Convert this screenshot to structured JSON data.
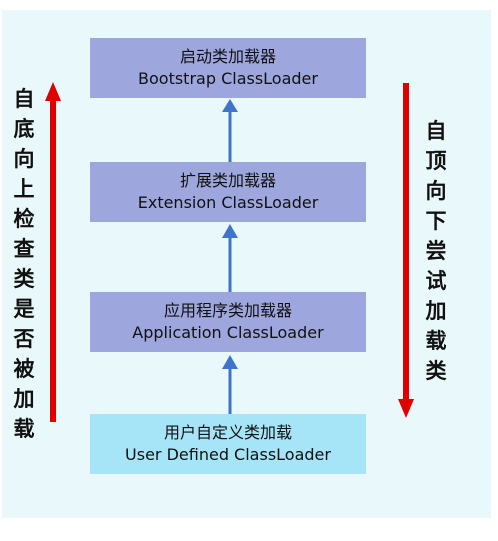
{
  "loaders": [
    {
      "cn": "启动类加载器",
      "en": "Bootstrap ClassLoader"
    },
    {
      "cn": "扩展类加载器",
      "en": "Extension ClassLoader"
    },
    {
      "cn": "应用程序类加载器",
      "en": "Application ClassLoader"
    },
    {
      "cn": "用户自定义类加载",
      "en": "User Defined ClassLoader"
    }
  ],
  "left_label": "自底向上检查类是否被加载",
  "right_label": "自顶向下尝试加载类",
  "colors": {
    "box_purple": "#9ea6de",
    "box_lightblue": "#a6e4f7",
    "connector_arrow": "#3f74c9",
    "side_arrow": "#e00000",
    "panel_background": "#e9f9fb"
  }
}
